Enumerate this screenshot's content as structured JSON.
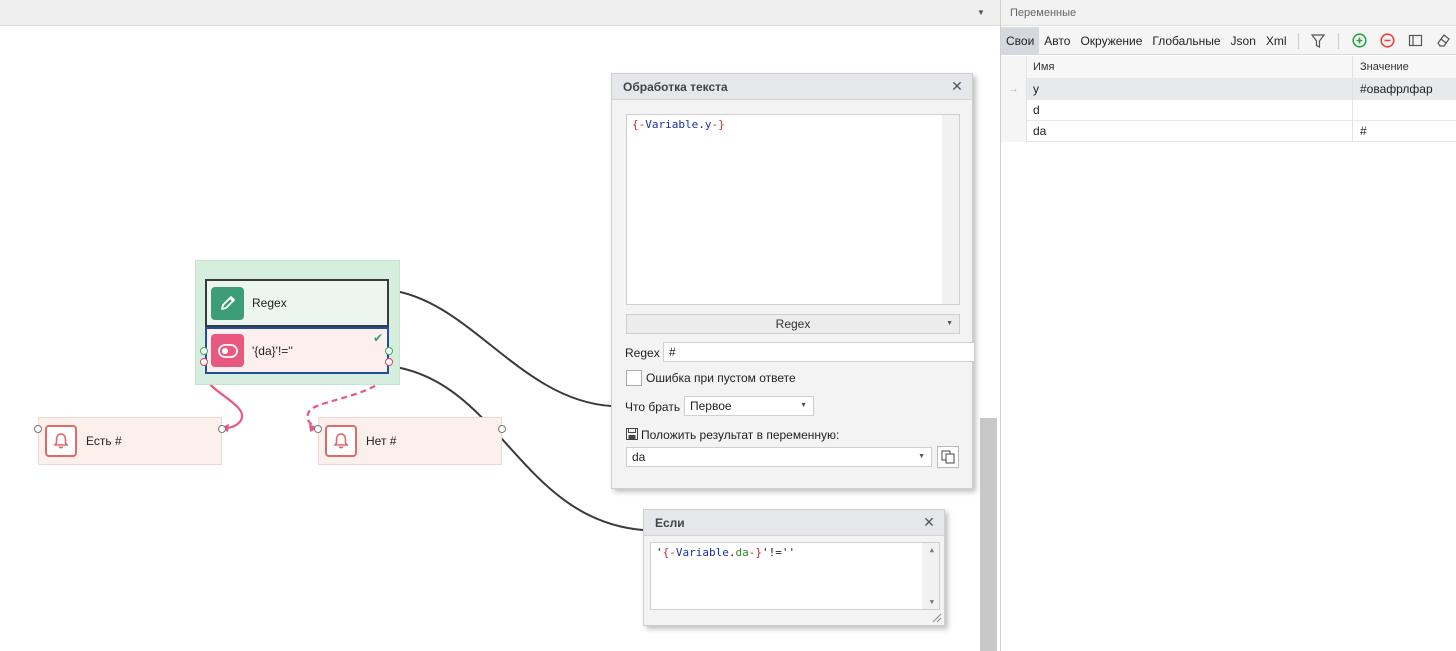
{
  "canvas": {
    "dropdown_icon": "chevron-down-icon",
    "group": {
      "regex_label": "Regex",
      "if_label": "'{da}'!=''"
    },
    "yes_label": "Есть #",
    "no_label": "Нет #"
  },
  "text_dialog": {
    "title": "Обработка текста",
    "editor": {
      "t1": "{-",
      "t2": "Variable",
      "t3": ".",
      "t4": "y",
      "t5": "-}"
    },
    "mode": "Regex",
    "regex_label": "Regex",
    "regex_value": "#",
    "empty_error_label": "Ошибка при пустом ответе",
    "empty_error_checked": false,
    "take_label": "Что брать",
    "take_value": "Первое",
    "save_label": "Положить результат в переменную:",
    "result_var": "da"
  },
  "if_dialog": {
    "title": "Если",
    "editor": {
      "t1": "'",
      "t2": "{-",
      "t3": "Variable",
      "t4": ".",
      "t5": "da",
      "t6": "-}",
      "t7": "'!=''"
    }
  },
  "vars_panel": {
    "header": "Переменные",
    "tabs": [
      "Свои",
      "Авто",
      "Окружение",
      "Глобальные",
      "Json",
      "Xml"
    ],
    "active_tab": "Свои",
    "columns": {
      "name": "Имя",
      "value": "Значение"
    },
    "rows": [
      {
        "name": "y",
        "value": "#овафрлфар"
      },
      {
        "name": "d",
        "value": ""
      },
      {
        "name": "da",
        "value": "#"
      }
    ],
    "row_pointer_icon": "arrow-right-icon",
    "colors": {
      "add": "#2aa34a",
      "remove": "#e0463e",
      "active_tab": "#d5d8de"
    }
  },
  "colors": {
    "group_bg": "#d6eedd",
    "regex_icon": "#3e9d79",
    "if_icon": "#e9587f",
    "selected_border": "#1f4fa3",
    "link_pink": "#e9587f",
    "check_green": "#2ca36a"
  }
}
